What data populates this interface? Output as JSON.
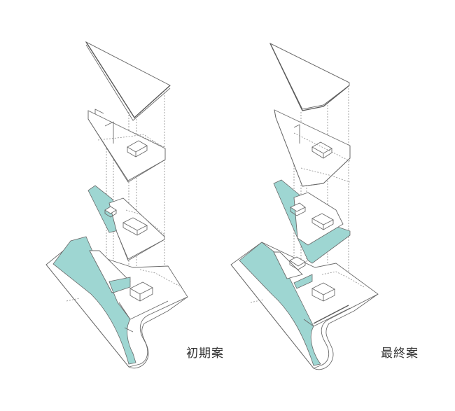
{
  "figure": {
    "type": "exploded axonometric comparison",
    "colors": {
      "highlight_fill": "#9ed6d2",
      "line": "#6a6a6a",
      "background": "#ffffff",
      "caption_text": "#333333"
    },
    "panels": [
      {
        "id": "initial",
        "caption": "初期案",
        "layers": [
          "roof",
          "upper-floor",
          "middle-floor",
          "ground-floor-site"
        ],
        "highlighted_layers": [
          "middle-floor",
          "ground-floor-site"
        ]
      },
      {
        "id": "final",
        "caption": "最終案",
        "layers": [
          "roof",
          "upper-floor",
          "middle-floor",
          "ground-floor-site"
        ],
        "highlighted_layers": [
          "middle-floor",
          "ground-floor-site"
        ]
      }
    ]
  }
}
